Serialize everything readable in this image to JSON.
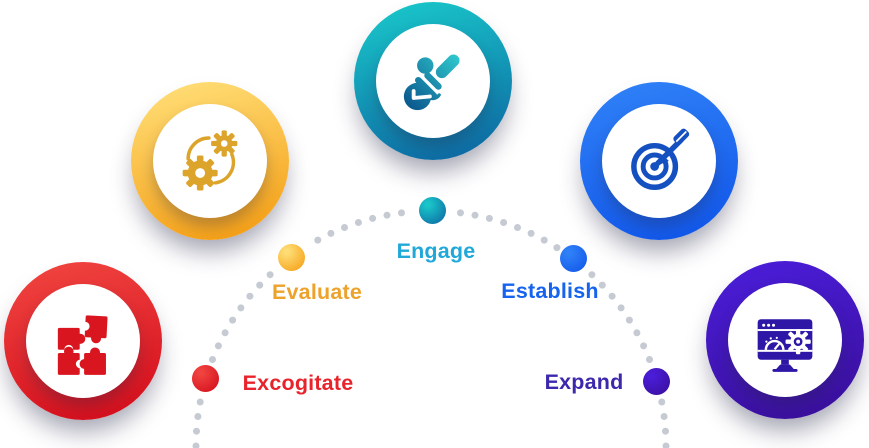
{
  "stages": [
    {
      "label": "Excogitate",
      "icon": "puzzle-pieces-icon",
      "accent": "#e4212a",
      "label_color": "#e8232b",
      "icon_color": "#d9161f",
      "bubble_gradient": [
        "#f0433f",
        "#d30d1c"
      ]
    },
    {
      "label": "Evaluate",
      "icon": "gears-process-icon",
      "accent": "#f6a81f",
      "label_color": "#eda22c",
      "icon_color": "#dda42b",
      "bubble_gradient": [
        "#ffdd75",
        "#f49d13"
      ]
    },
    {
      "label": "Engage",
      "icon": "brush-check-icon",
      "accent": "#16b5c2",
      "label_color": "#1fa8d8",
      "icon_color": "#117fa8",
      "icon_gradient": [
        "#2fc7cd",
        "#0c5c90"
      ],
      "bubble_gradient": [
        "#19c5c9",
        "#0d67a2"
      ]
    },
    {
      "label": "Establish",
      "icon": "dart-target-icon",
      "accent": "#1565f0",
      "label_color": "#1563ee",
      "icon_color": "#1450c0",
      "bubble_gradient": [
        "#2f80f7",
        "#1156e9"
      ]
    },
    {
      "label": "Expand",
      "icon": "monitor-gear-icon",
      "accent": "#4318cb",
      "label_color": "#3b28ad",
      "icon_color": "#2e16a6",
      "bubble_gradient": [
        "#4a1dd8",
        "#390f9a"
      ]
    }
  ],
  "arc": {
    "small_dot_color": "#c6cad2"
  }
}
